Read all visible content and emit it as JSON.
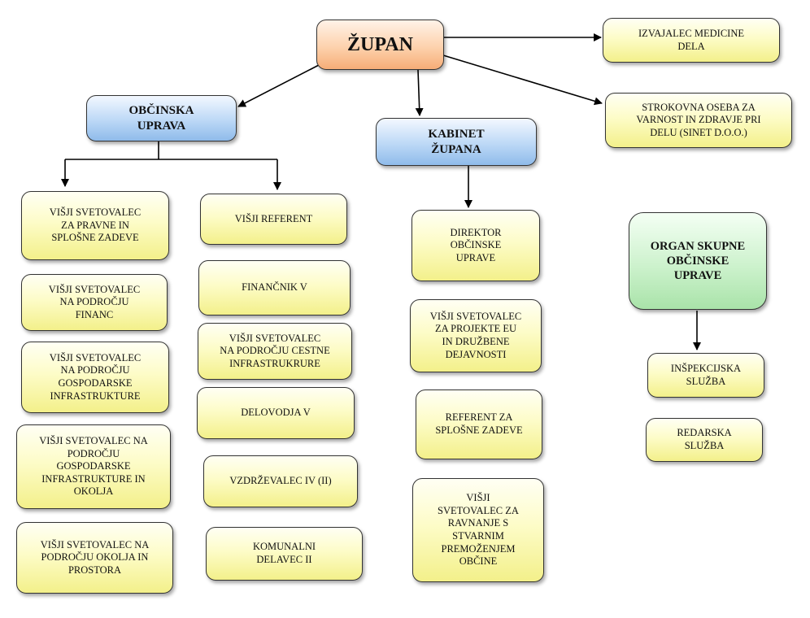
{
  "top": {
    "zupan": "ŽUPAN",
    "izvajalec": "IZVAJALEC MEDICINE\nDELA",
    "strokovna": "STROKOVNA OSEBA ZA\nVARNOST IN ZDRAVJE PRI\nDELU (SINET D.O.O.)"
  },
  "uprava": {
    "title": "OBČINSKA\nUPRAVA",
    "left_column": [
      "VIŠJI SVETOVALEC\nZA PRAVNE IN\nSPLOŠNE ZADEVE",
      "VIŠJI SVETOVALEC\nNA PODROČJU\nFINANC",
      "VIŠJI SVETOVALEC\nNA PODROČJU\nGOSPODARSKE\nINFRASTRUKTURE",
      "VIŠJI SVETOVALEC NA\nPODROČJU\nGOSPODARSKE\nINFRASTRUKTURE IN\nOKOLJA",
      "VIŠJI SVETOVALEC NA\nPODROČJU OKOLJA IN\nPROSTORA"
    ],
    "right_column": [
      "VIŠJI REFERENT",
      "FINANČNIK V",
      "VIŠJI SVETOVALEC\nNA PODROČJU CESTNE\nINFRASTRUKRURE",
      "DELOVODJA V",
      "VZDRŽEVALEC IV (II)",
      "KOMUNALNI\nDELAVEC II"
    ]
  },
  "kabinet": {
    "title": "KABINET\nŽUPANA",
    "items": [
      "DIREKTOR\nOBČINSKE\nUPRAVE",
      "VIŠJI SVETOVALEC\nZA PROJEKTE EU\nIN DRUŽBENE\nDEJAVNOSTI",
      "REFERENT ZA\nSPLOŠNE ZADEVE",
      "VIŠJI\nSVETOVALEC ZA\nRAVNANJE S\nSTVARNIM\nPREMOŽENJEM\nOBČINE"
    ]
  },
  "organ": {
    "title": "ORGAN SKUPNE\nOBČINSKE\nUPRAVE",
    "items": [
      "INŠPEKCIJSKA\nSLUŽBA",
      "REDARSKA\nSLUŽBA"
    ]
  },
  "colors": {
    "yellow": "#f9f7b0",
    "blue": "#bcd8f6",
    "orange": "#fdd2ad",
    "green": "#cdf2cd",
    "line": "#000000"
  }
}
